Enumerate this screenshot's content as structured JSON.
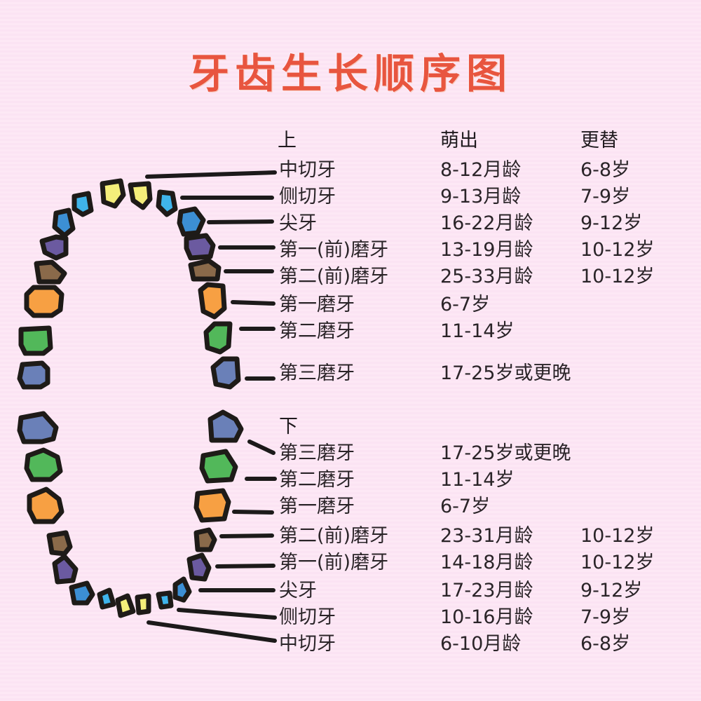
{
  "title": "牙齿生长顺序图",
  "colors": {
    "background": "#fbe3f3",
    "title": "#e8553f",
    "central_incisor": "#f4ee7a",
    "lateral_incisor": "#3fb4ea",
    "canine": "#3c8fd4",
    "first_premolar": "#6b5aa0",
    "second_premolar": "#8a6a4a",
    "first_molar": "#f7a043",
    "second_molar": "#52b85a",
    "third_molar": "#6a80b8",
    "outline": "#1e1b18"
  },
  "table": {
    "headers": {
      "eruption": "萌出",
      "replacement": "更替"
    },
    "upper": {
      "label": "上",
      "rows": [
        {
          "tooth": "中切牙",
          "eruption": "8-12月龄",
          "replacement": "6-8岁"
        },
        {
          "tooth": "侧切牙",
          "eruption": "9-13月龄",
          "replacement": "7-9岁"
        },
        {
          "tooth": "尖牙",
          "eruption": "16-22月龄",
          "replacement": "9-12岁"
        },
        {
          "tooth": "第一(前)磨牙",
          "eruption": "13-19月龄",
          "replacement": "10-12岁"
        },
        {
          "tooth": "第二(前)磨牙",
          "eruption": "25-33月龄",
          "replacement": "10-12岁"
        },
        {
          "tooth": "第一磨牙",
          "eruption": "6-7岁",
          "replacement": ""
        },
        {
          "tooth": "第二磨牙",
          "eruption": "11-14岁",
          "replacement": ""
        },
        {
          "tooth": "第三磨牙",
          "eruption": "17-25岁或更晚",
          "replacement": ""
        }
      ]
    },
    "lower": {
      "label": "下",
      "rows": [
        {
          "tooth": "第三磨牙",
          "eruption": "17-25岁或更晚",
          "replacement": ""
        },
        {
          "tooth": "第二磨牙",
          "eruption": "11-14岁",
          "replacement": ""
        },
        {
          "tooth": "第一磨牙",
          "eruption": "6-7岁",
          "replacement": ""
        },
        {
          "tooth": "第二(前)磨牙",
          "eruption": "23-31月龄",
          "replacement": "10-12岁"
        },
        {
          "tooth": "第一(前)磨牙",
          "eruption": "14-18月龄",
          "replacement": "10-12岁"
        },
        {
          "tooth": "尖牙",
          "eruption": "17-23月龄",
          "replacement": "9-12岁"
        },
        {
          "tooth": "侧切牙",
          "eruption": "10-16月龄",
          "replacement": "7-9岁"
        },
        {
          "tooth": "中切牙",
          "eruption": "6-10月龄",
          "replacement": "6-8岁"
        }
      ]
    }
  }
}
